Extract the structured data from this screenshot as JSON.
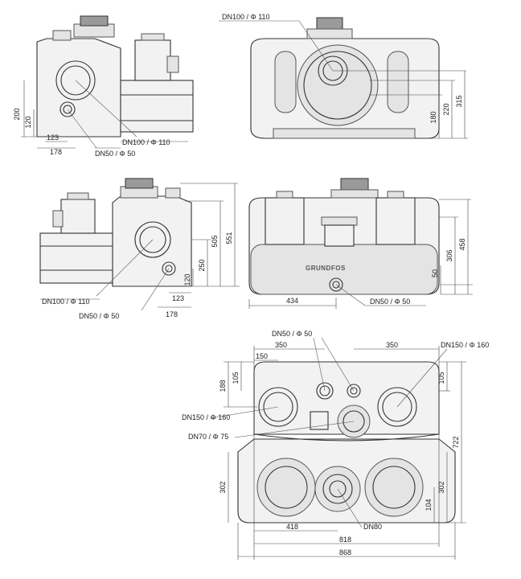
{
  "labels": {
    "dn100_phi110_a": "DN100 /   Φ 110",
    "dn100_phi110_b": "DN100 /   Φ 110",
    "dn100_phi110_c": "DN100 /   Φ 110",
    "dn50_phi50_a": "DN50 /   Φ 50",
    "dn50_phi50_b": "DN50 /   Φ 50",
    "dn50_phi50_c": "DN50 /   Φ 50",
    "dn50_phi50_d": "DN50 /   Φ 50",
    "dn150_phi160_a": "DN150 /   Φ 160",
    "dn150_phi160_b": "DN150 /   Φ 160",
    "dn70_phi75": "DN70 /   Φ 75",
    "dn80": "DN80",
    "brand": "GRUNDFOS"
  },
  "dims": {
    "d200": "200",
    "d120_a": "120",
    "d123_a": "123",
    "d178_a": "178",
    "d315": "315",
    "d220": "220",
    "d180": "180",
    "d551": "551",
    "d505": "505",
    "d250": "250",
    "d120_b": "120",
    "d123_b": "123",
    "d178_b": "178",
    "d458": "458",
    "d306": "306",
    "d50": "50",
    "d434": "434",
    "d150": "150",
    "d350_a": "350",
    "d350_b": "350",
    "d188": "188",
    "d105_a": "105",
    "d105_b": "105",
    "d722": "722",
    "d302_a": "302",
    "d302_b": "302",
    "d104": "104",
    "d418": "418",
    "d818": "818",
    "d868": "868"
  }
}
